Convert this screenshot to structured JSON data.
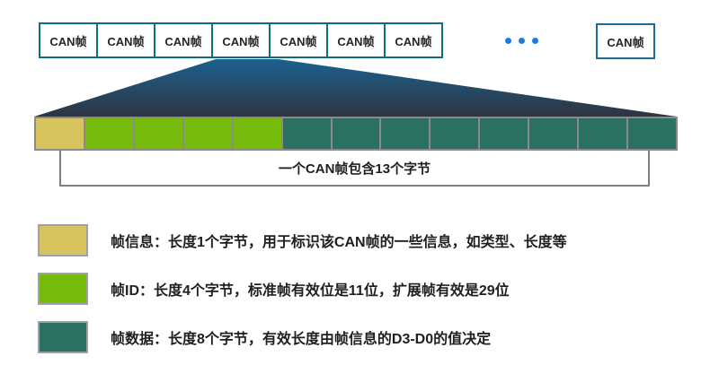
{
  "top_row": {
    "frames": [
      "CAN帧",
      "CAN帧",
      "CAN帧",
      "CAN帧",
      "CAN帧",
      "CAN帧",
      "CAN帧"
    ],
    "ellipsis_dots": 3,
    "trailing_frame": "CAN帧"
  },
  "strip": {
    "cells": [
      "frame-info",
      "frame-id",
      "frame-id",
      "frame-id",
      "frame-id",
      "frame-data",
      "frame-data",
      "frame-data",
      "frame-data",
      "frame-data",
      "frame-data",
      "frame-data",
      "frame-data"
    ],
    "annotation": "一个CAN帧包含13个字节"
  },
  "legend": [
    {
      "key": "frame-info",
      "label": "帧信息：长度1个字节，用于标识该CAN帧的一些信息，如类型、长度等"
    },
    {
      "key": "frame-id",
      "label": "帧ID：长度4个字节，标准帧有效位是11位，扩展帧有效是29位"
    },
    {
      "key": "frame-data",
      "label": "帧数据：长度8个字节，有效长度由帧信息的D3-D0的值决定"
    }
  ],
  "colors": {
    "frame_info": "#d8c45f",
    "frame_id": "#76ba0c",
    "frame_data": "#2a7161",
    "box_border": "#0f6c84",
    "trailing_box_border": "#1c6b99",
    "dot": "#1f7ae0",
    "funnel_top": "#1b618e",
    "funnel_bottom": "#2e3440",
    "bracket": "#7f7f7f",
    "cell_border": "#8b8b8b",
    "text": "#1f1f1f"
  }
}
